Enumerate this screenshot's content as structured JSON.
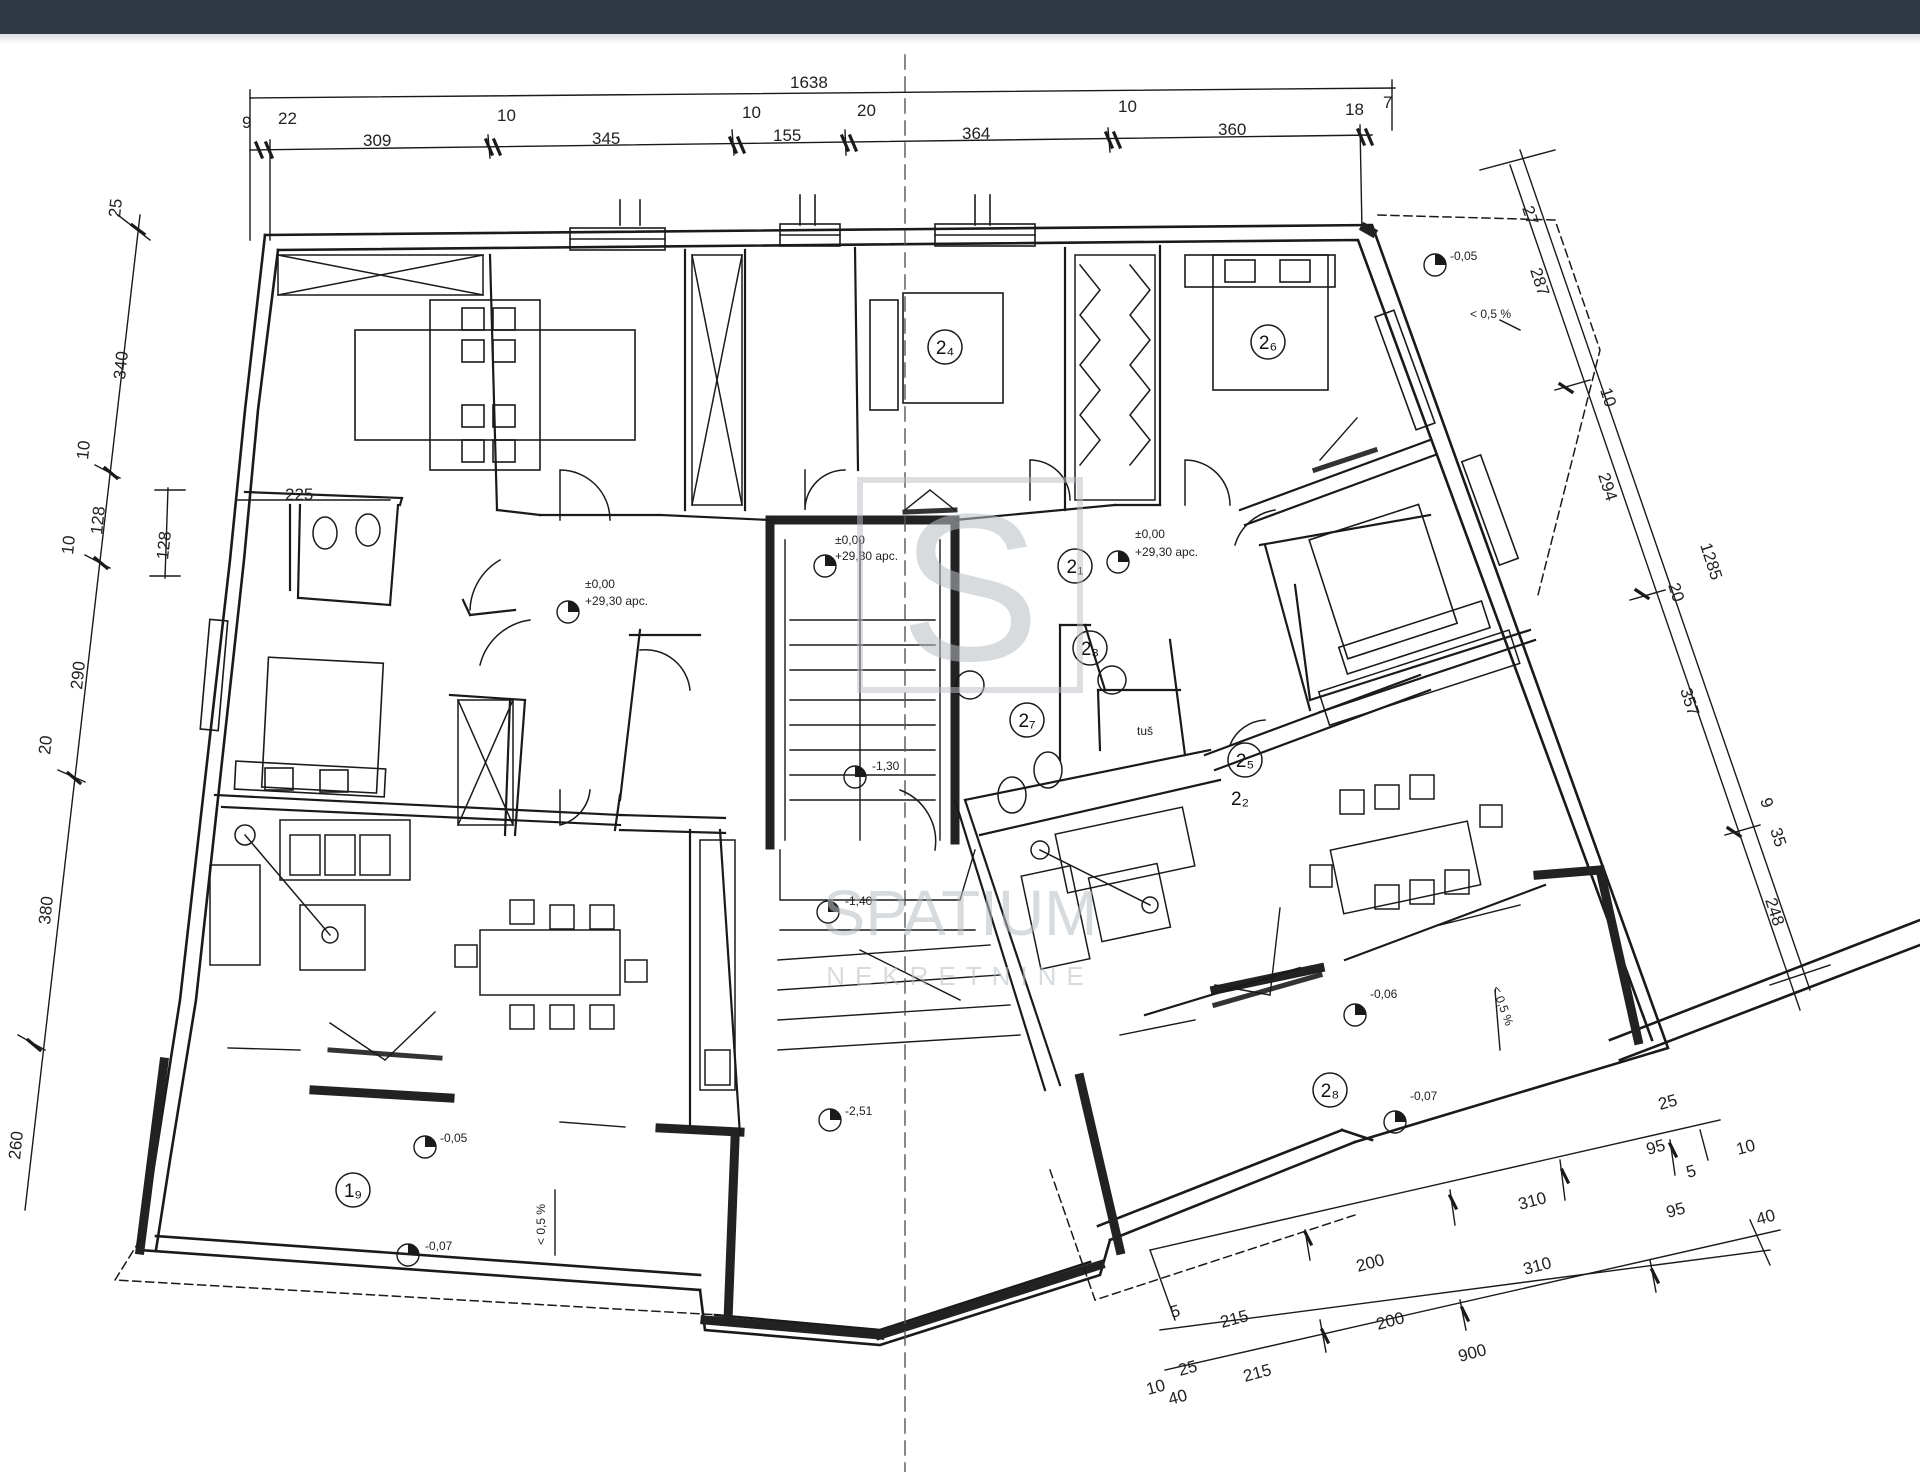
{
  "dimensions": {
    "overall_width": "1638",
    "top": [
      "9",
      "22",
      "309",
      "10",
      "345",
      "10",
      "155",
      "20",
      "364",
      "10",
      "360",
      "18",
      "7"
    ],
    "left": [
      "25",
      "340",
      "10",
      "128",
      "10",
      "290",
      "20",
      "380",
      "260"
    ],
    "inner_left": [
      "225",
      "128"
    ],
    "right": [
      "27",
      "287",
      "10",
      "294",
      "20",
      "357",
      "9",
      "35",
      "248",
      "1285"
    ],
    "bottom_right": [
      "25",
      "95",
      "10",
      "5",
      "310",
      "95",
      "40",
      "200",
      "310",
      "215",
      "5",
      "200",
      "215",
      "25",
      "900",
      "10",
      "40"
    ]
  },
  "levels": [
    "-0,05",
    "±0,00",
    "+29,30 apс.",
    "±0,00",
    "+29,30 apс.",
    "±0,00",
    "+29,30 apс.",
    "-1,30",
    "-1,40",
    "-2,51",
    "-0,05",
    "-0,07",
    "-0,06",
    "-0,07"
  ],
  "slopes": [
    "< 0,5 %",
    "< 0,5 %",
    "< 0,5 %"
  ],
  "rooms": [
    "2₄",
    "2₆",
    "2₁",
    "2₃",
    "2₇",
    "2₅",
    "2₂",
    "2₈",
    "1₉",
    "tuš"
  ],
  "watermark": {
    "logo": "S",
    "name": "SPATIUM",
    "sub": "NEKRETNINE"
  }
}
